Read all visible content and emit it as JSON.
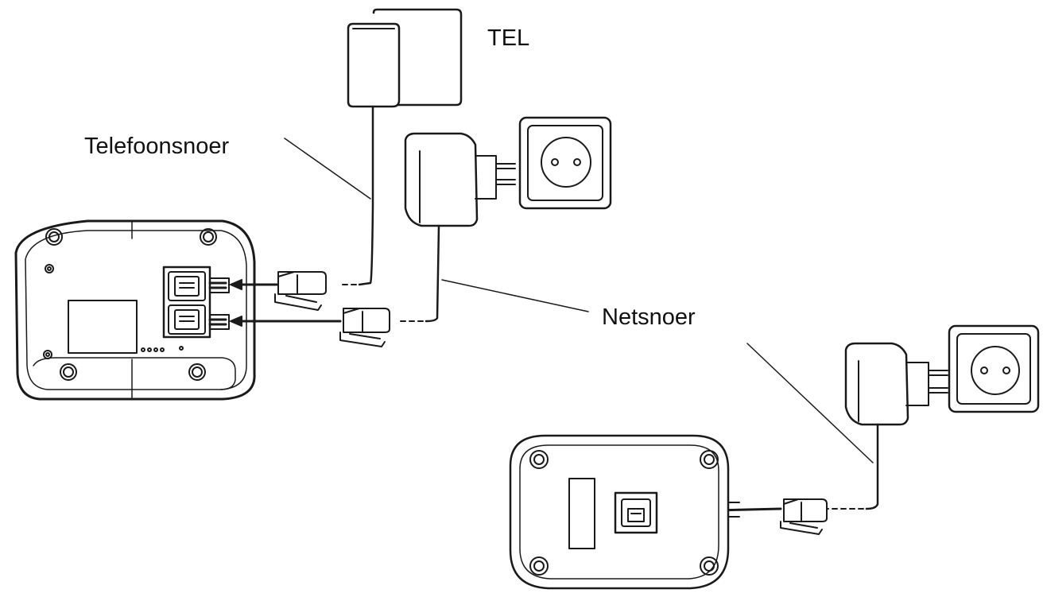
{
  "labels": {
    "tel": "TEL",
    "telephone_cord": "Telefoonsnoer",
    "power_cord": "Netsnoer"
  },
  "colors": {
    "line": "#1a1a1a",
    "device_fill": "#ffffff",
    "shadow": "#555555"
  }
}
